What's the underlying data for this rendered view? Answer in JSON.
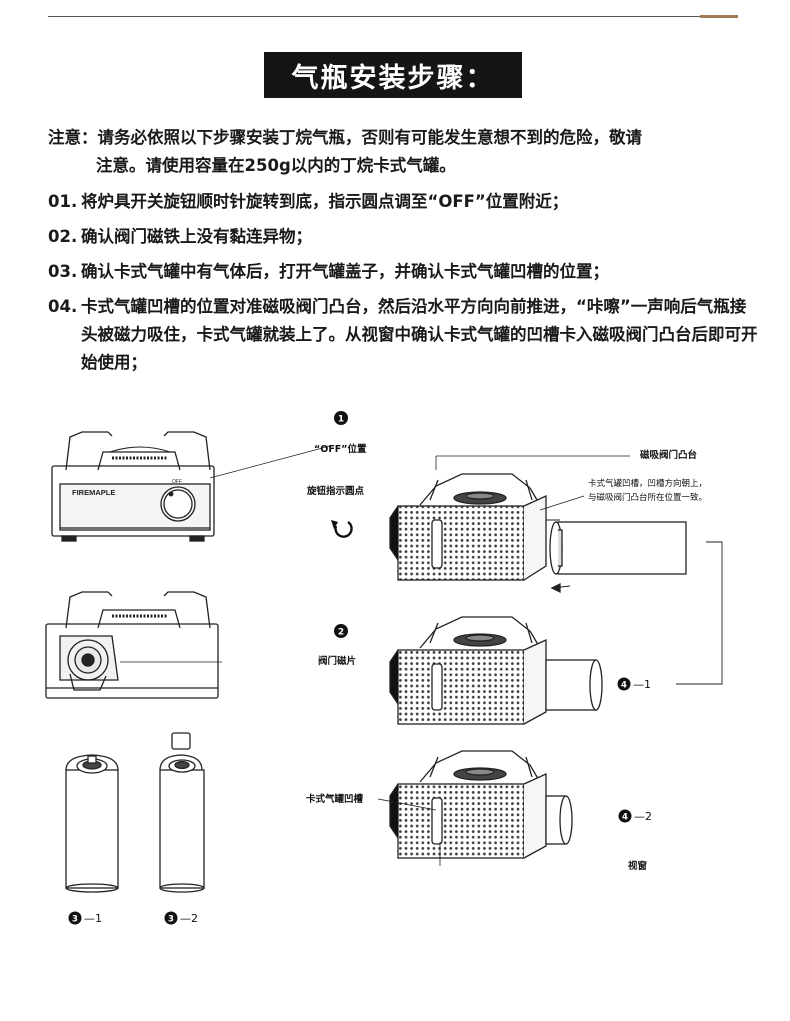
{
  "title": "气瓶安装步骤：",
  "note": {
    "line1": "注意：请务必依照以下步骤安装丁烷气瓶，否则有可能发生意想不到的危险，敬请",
    "line2": "注意。请使用容量在250g以内的丁烷卡式气罐。"
  },
  "steps": [
    {
      "num": "01.",
      "text": "将炉具开关旋钮顺时针旋转到底，指示圆点调至“OFF”位置附近；"
    },
    {
      "num": "02.",
      "text": "确认阀门磁铁上没有黏连异物；"
    },
    {
      "num": "03.",
      "text": "确认卡式气罐中有气体后，打开气罐盖子，并确认卡式气罐凹槽的位置；"
    },
    {
      "num": "04.",
      "text": "卡式气罐凹槽的位置对准磁吸阀门凸台，然后沿水平方向向前推进，“咔嚓”一声响后气瓶接头被磁力吸住，卡式气罐就装上了。从视窗中确认卡式气罐的凹槽卡入磁吸阀门凸台后即可开始使用；"
    }
  ],
  "diagram": {
    "brand": "FIREMAPLE",
    "knob_mark": "OFF",
    "labels": {
      "off_position": "“OFF”位置",
      "knob_indicator": "旋钮指示圆点",
      "valve_magnet": "阀门磁片",
      "cartridge_groove": "卡式气罐凹槽",
      "magnetic_valve_boss": "磁吸阀门凸台",
      "groove_note_1": "卡式气罐凹槽，凹槽方向朝上，",
      "groove_note_2": "与磁吸阀门凸台所在位置一致。",
      "window": "视窗"
    },
    "markers": {
      "m1": "1",
      "m2": "2",
      "m3": "3",
      "m4": "4",
      "m3_1": "—1",
      "m3_2": "—2",
      "m4_1": "—1",
      "m4_2": "—2"
    }
  }
}
